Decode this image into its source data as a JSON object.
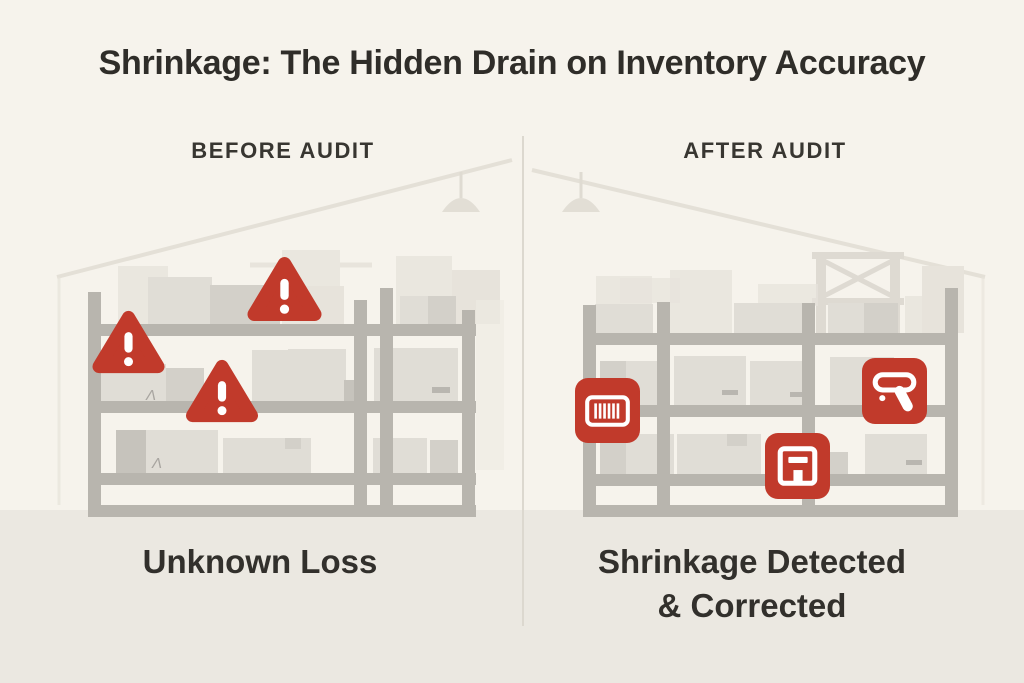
{
  "title": "Shrinkage: The Hidden Drain on Inventory Accuracy",
  "panels": {
    "before": {
      "header": "BEFORE AUDIT",
      "caption": "Unknown Loss",
      "markers": [
        {
          "name": "warning-triangle"
        },
        {
          "name": "warning-triangle"
        },
        {
          "name": "warning-triangle"
        }
      ]
    },
    "after": {
      "header": "AFTER AUDIT",
      "caption_lines": [
        "Shrinkage Detected",
        "& Corrected"
      ],
      "markers": [
        {
          "name": "barcode"
        },
        {
          "name": "scanner-gun"
        },
        {
          "name": "inventory-record"
        }
      ]
    }
  },
  "colors": {
    "background": "#f6f3ec",
    "floor": "#ebe8e1",
    "accent_red": "#c13a2b",
    "shelf_gray": "#b8b5ae",
    "box_light": "#e0ddd6",
    "text": "#302e2a"
  }
}
